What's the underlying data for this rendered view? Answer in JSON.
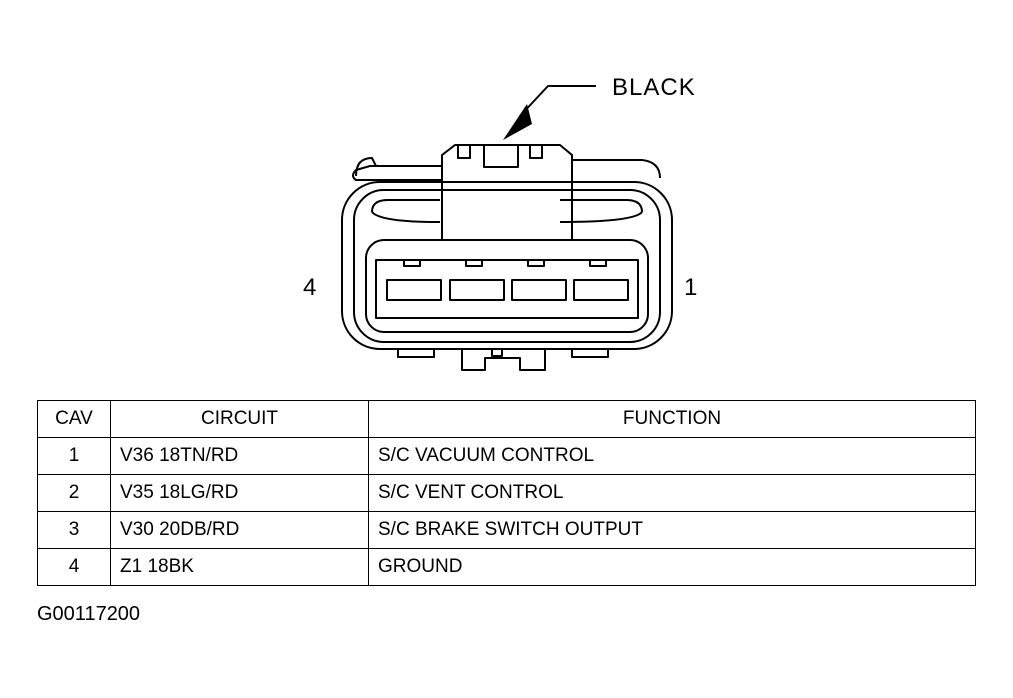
{
  "connector": {
    "color_label": "BLACK",
    "left_cavity_label": "4",
    "right_cavity_label": "1"
  },
  "table": {
    "headers": [
      "CAV",
      "CIRCUIT",
      "FUNCTION"
    ],
    "rows": [
      {
        "cav": "1",
        "circuit": "V36 18TN/RD",
        "function": "S/C VACUUM CONTROL"
      },
      {
        "cav": "2",
        "circuit": "V35 18LG/RD",
        "function": "S/C VENT CONTROL"
      },
      {
        "cav": "3",
        "circuit": "V30 20DB/RD",
        "function": "S/C BRAKE SWITCH OUTPUT"
      },
      {
        "cav": "4",
        "circuit": "Z1 18BK",
        "function": "GROUND"
      }
    ]
  },
  "figure_id": "G00117200"
}
